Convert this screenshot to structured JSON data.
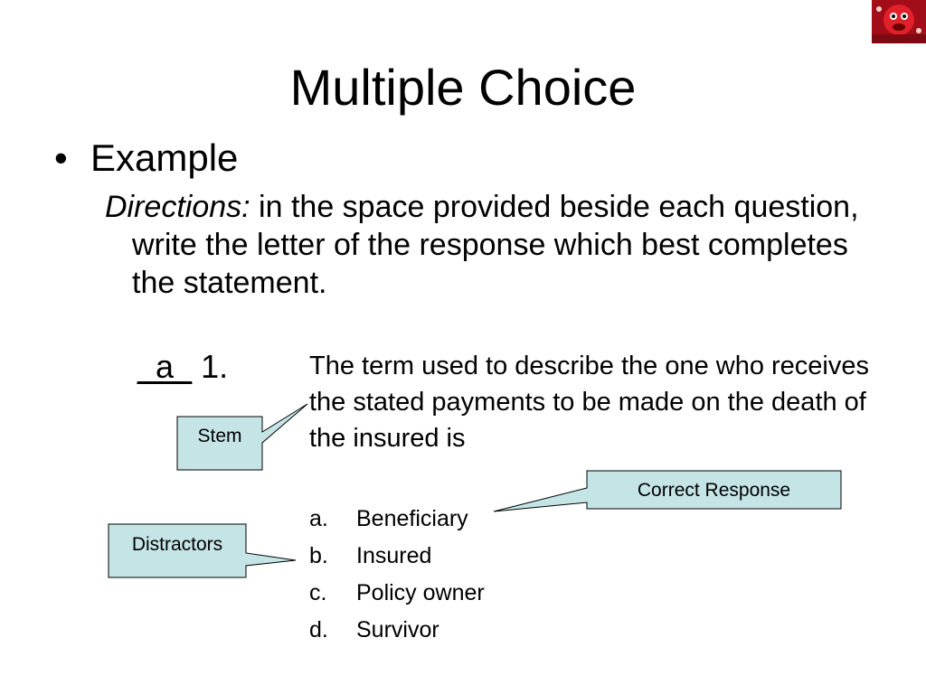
{
  "slide": {
    "title": "Multiple Choice",
    "bullet": "Example",
    "directions_label": "Directions:",
    "directions_text": " in the space provided beside each question, write the letter of the response which best completes the statement.",
    "answer_blank": "_a_",
    "question_number": " 1.",
    "stem": "The term used to describe the one who receives the stated payments to be made on the death of the insured is",
    "options": [
      {
        "letter": "a.",
        "text": "Beneficiary"
      },
      {
        "letter": "b.",
        "text": "Insured"
      },
      {
        "letter": "c.",
        "text": "Policy owner"
      },
      {
        "letter": "d.",
        "text": "Survivor"
      }
    ],
    "callouts": {
      "stem": "Stem",
      "correct_response": "Correct Response",
      "distractors": "Distractors"
    }
  },
  "colors": {
    "callout_fill": "#c5e4e6",
    "callout_stroke": "#000000",
    "logo_red": "#b3101b"
  }
}
